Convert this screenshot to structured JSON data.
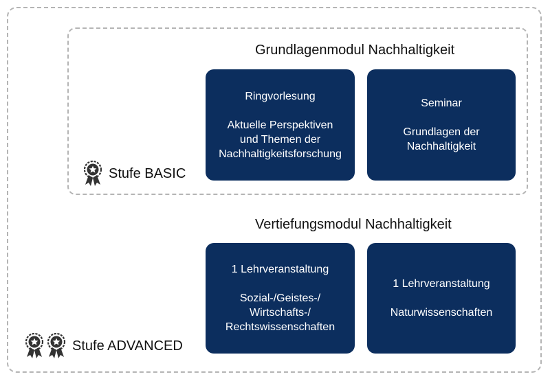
{
  "basic": {
    "module_title": "Grundlagenmodul Nachhaltigkeit",
    "level_label": "Stufe BASIC",
    "badge_icon": "award-rosette-icon",
    "box1": {
      "line1": "Ringvorlesung",
      "line2": "Aktuelle Perspektiven",
      "line3": "und Themen der",
      "line4": "Nachhaltigkeitsforschung"
    },
    "box2": {
      "line1": "Seminar",
      "line2": "Grundlagen der",
      "line3": "Nachhaltigkeit"
    }
  },
  "advanced": {
    "module_title": "Vertiefungsmodul Nachhaltigkeit",
    "level_label": "Stufe ADVANCED",
    "badge_icon": "award-rosette-icon",
    "box1": {
      "line1": "1 Lehrveranstaltung",
      "line2": "Sozial-/Geistes-/",
      "line3": "Wirtschafts-/",
      "line4": "Rechtswissenschaften"
    },
    "box2": {
      "line1": "1 Lehrveranstaltung",
      "line2": "Naturwissenschaften"
    }
  },
  "colors": {
    "box_fill": "#0c2e5e",
    "box_text": "#ffffff",
    "border": "#b4b4b4",
    "badge": "#333333"
  }
}
